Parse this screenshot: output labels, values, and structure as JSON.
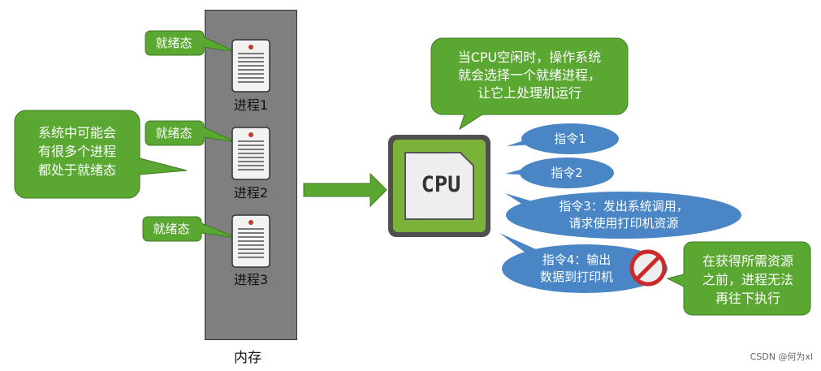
{
  "memory": {
    "label": "内存",
    "processes": [
      {
        "name": "进程1",
        "state": "就绪态"
      },
      {
        "name": "进程2",
        "state": "就绪态"
      },
      {
        "name": "进程3",
        "state": "就绪态"
      }
    ]
  },
  "left_callout": [
    "系统中可能会",
    "有很多个进程",
    "都处于就绪态"
  ],
  "cpu": {
    "label": "CPU",
    "top_callout": [
      "当CPU空闲时，操作系统",
      "就会选择一个就绪进程，",
      "让它上处理机运行"
    ]
  },
  "instructions": [
    {
      "lines": [
        "指令1"
      ]
    },
    {
      "lines": [
        "指令2"
      ]
    },
    {
      "lines": [
        "指令3：发出系统调用，",
        "请求使用打印机资源"
      ]
    },
    {
      "lines": [
        "指令4：输出",
        "数据到打印机"
      ]
    }
  ],
  "blocked_callout": [
    "在获得所需资源",
    "之前，进程无法",
    "再往下执行"
  ],
  "watermark": "CSDN @何为xl",
  "colors": {
    "green": "#5aa832",
    "blue": "#4a86c5",
    "cpu_green": "#7bb33a",
    "memory_gray": "#7f7f7f"
  }
}
